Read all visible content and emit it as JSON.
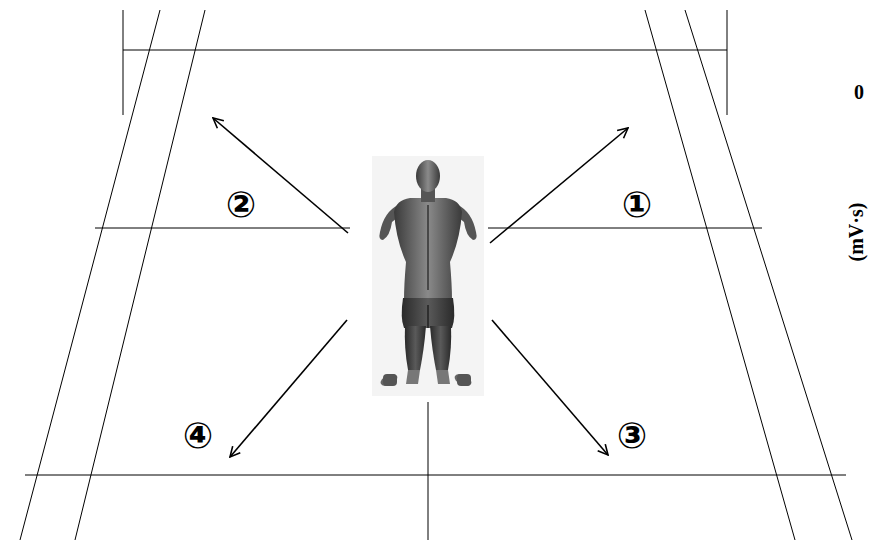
{
  "diagram": {
    "labels": [
      "①",
      "②",
      "③",
      "④",
      "0",
      "(mV·s)"
    ]
  }
}
